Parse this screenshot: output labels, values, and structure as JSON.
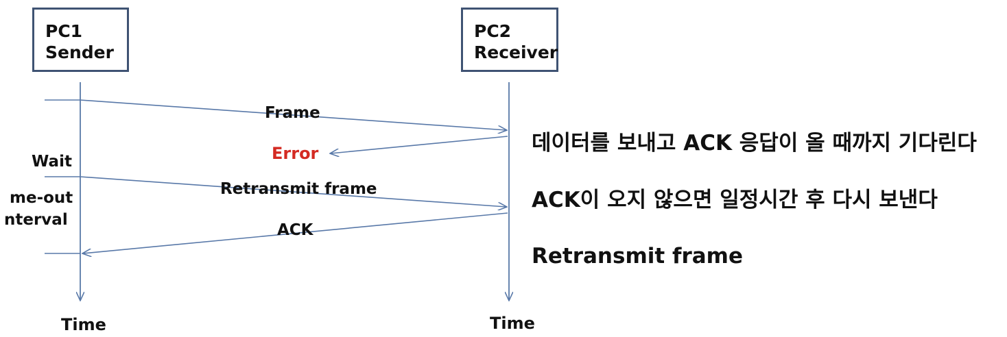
{
  "pc1": {
    "name": "PC1",
    "role": "Sender"
  },
  "pc2": {
    "name": "PC2",
    "role": "Receiver"
  },
  "messages": {
    "frame": "Frame",
    "error": "Error",
    "retransmit": "Retransmit frame",
    "ack": "ACK"
  },
  "left_labels": {
    "wait": "Wait",
    "timeout_line1": "me-out",
    "timeout_line2": "nterval"
  },
  "axis": {
    "time_left": "Time",
    "time_right": "Time"
  },
  "side_notes": [
    "데이터를 보내고 ACK 응답이 올 때까지 기다린다",
    "ACK이 오지 않으면 일정시간 후 다시 보낸다",
    "Retransmit frame"
  ],
  "colors": {
    "line": "#5878a8",
    "box_border": "#3f5373",
    "error": "#d42a22"
  }
}
